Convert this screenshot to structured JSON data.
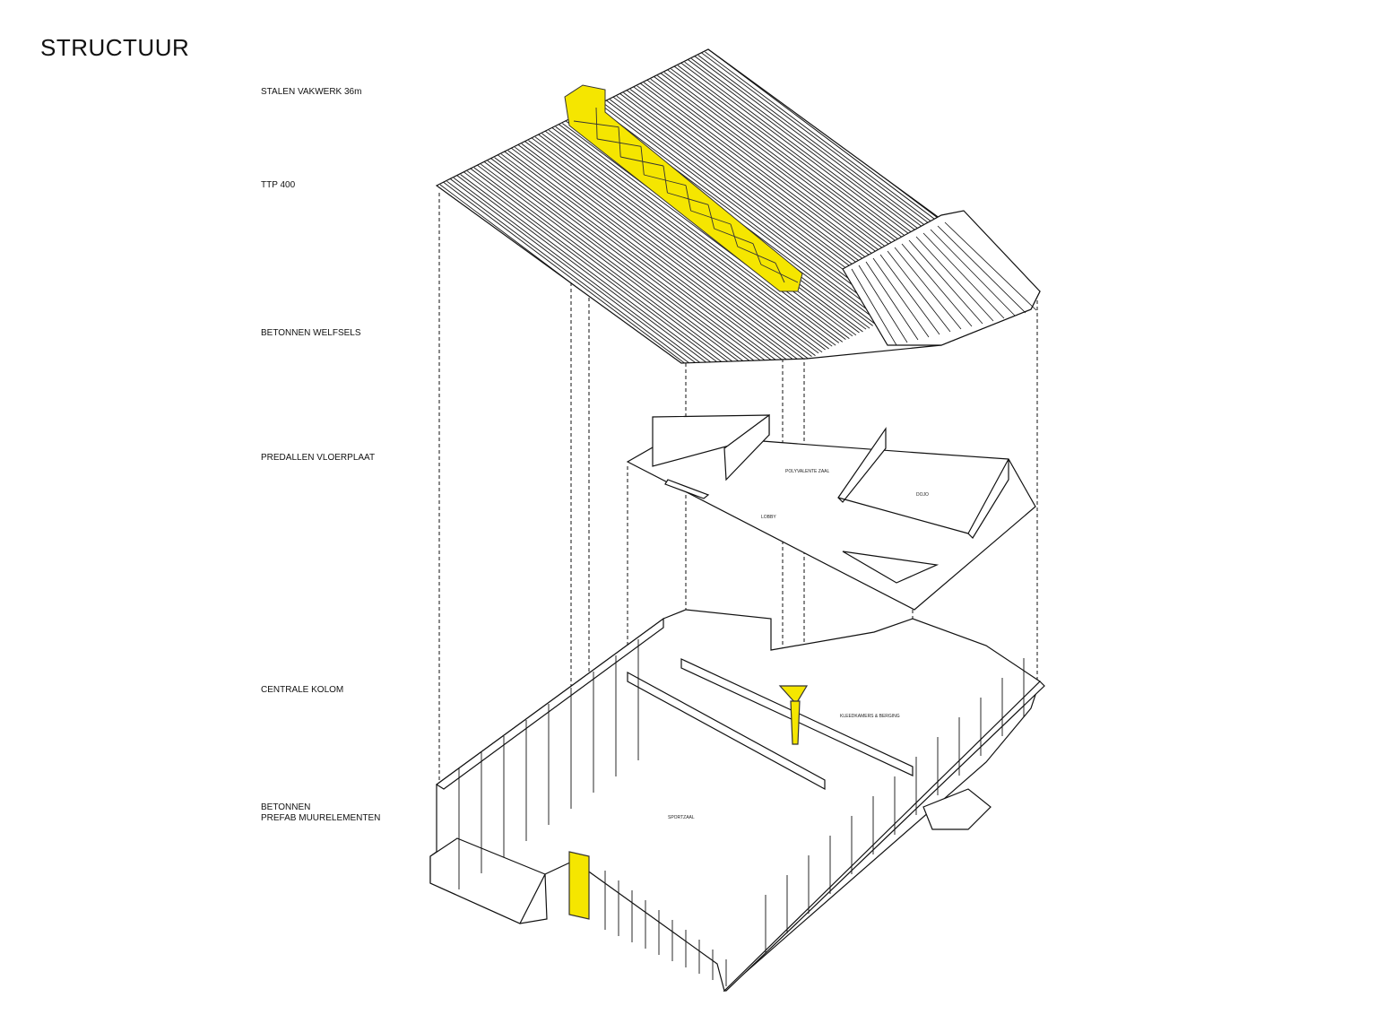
{
  "title": "STRUCTUUR",
  "labels": {
    "vakwerk": "STALEN VAKWERK 36m",
    "ttp": "TTP 400",
    "welfsels": "BETONNEN WELFSELS",
    "vloerplaat": "PREDALLEN VLOERPLAAT",
    "kolom": "CENTRALE KOLOM",
    "muur": "BETONNEN\nPREFAB MUURELEMENTEN"
  },
  "rooms": {
    "polyvalente": "POLYVALENTE ZAAL",
    "dojo": "DOJO",
    "lobby": "LOBBY",
    "kleedkamers": "KLEEDKAMERS & BERGING",
    "sportzaal": "SPORTZAAL"
  },
  "colors": {
    "highlight": "#f5e600",
    "line": "#111111"
  }
}
